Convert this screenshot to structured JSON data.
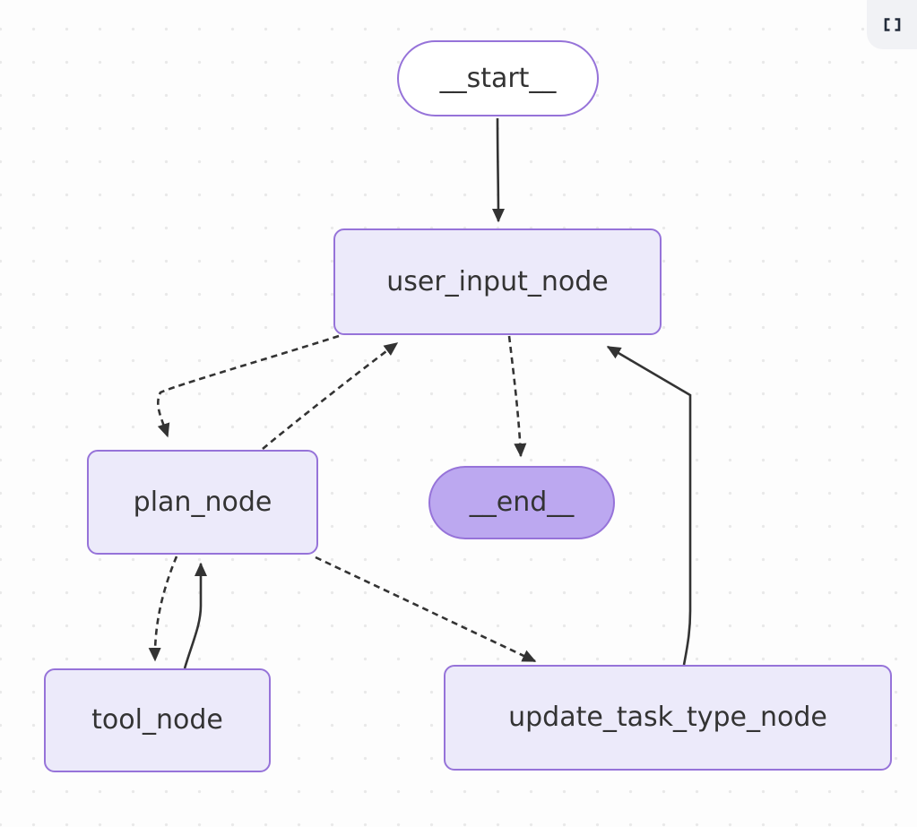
{
  "app": {
    "view": "graph-canvas"
  },
  "controls": {
    "fullscreen_button": {
      "icon": "fullscreen-expand-icon"
    }
  },
  "diagram": {
    "nodes": [
      {
        "id": "__start__",
        "label": "__start__",
        "shape": "stadium",
        "fill": "#ffffff"
      },
      {
        "id": "user_input_node",
        "label": "user_input_node",
        "shape": "rounded-rect",
        "fill": "#eceafa"
      },
      {
        "id": "plan_node",
        "label": "plan_node",
        "shape": "rounded-rect",
        "fill": "#eceafa"
      },
      {
        "id": "__end__",
        "label": "__end__",
        "shape": "stadium",
        "fill": "#bca8f0"
      },
      {
        "id": "tool_node",
        "label": "tool_node",
        "shape": "rounded-rect",
        "fill": "#eceafa"
      },
      {
        "id": "update_task_type_node",
        "label": "update_task_type_node",
        "shape": "rounded-rect",
        "fill": "#eceafa"
      }
    ],
    "edges": [
      {
        "from": "__start__",
        "to": "user_input_node",
        "style": "solid"
      },
      {
        "from": "user_input_node",
        "to": "plan_node",
        "style": "dashed"
      },
      {
        "from": "plan_node",
        "to": "user_input_node",
        "style": "dashed"
      },
      {
        "from": "user_input_node",
        "to": "__end__",
        "style": "dashed"
      },
      {
        "from": "plan_node",
        "to": "tool_node",
        "style": "dashed"
      },
      {
        "from": "tool_node",
        "to": "plan_node",
        "style": "solid"
      },
      {
        "from": "plan_node",
        "to": "update_task_type_node",
        "style": "dashed"
      },
      {
        "from": "update_task_type_node",
        "to": "user_input_node",
        "style": "solid"
      }
    ],
    "colors": {
      "node_border": "#9673d9",
      "node_fill": "#eceafa",
      "start_fill": "#ffffff",
      "end_fill": "#bca8f0",
      "edge": "#333333",
      "label_text": "#333333",
      "canvas_bg": "#fdfdfd",
      "canvas_dot": "#e9e9e9",
      "button_bg": "#f1f2f5",
      "button_icon": "#222b3a"
    }
  }
}
